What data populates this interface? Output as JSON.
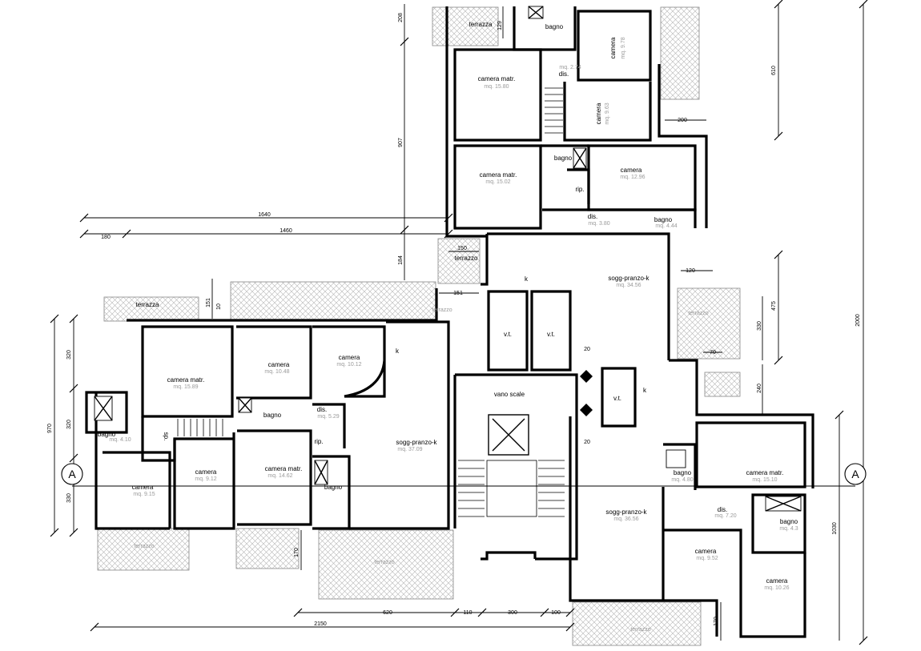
{
  "rooms": {
    "terrazza_top": {
      "name": "terrazza"
    },
    "bagno_top": {
      "name": "bagno"
    },
    "camera_tr": {
      "name": "camera",
      "area": "mq. 9.78"
    },
    "dis_top": {
      "name": "dis.",
      "area": "mq. 2.74"
    },
    "camera_matr_top": {
      "name": "camera matr.",
      "area": "mq. 15.80"
    },
    "camera_mid": {
      "name": "camera",
      "area": "mq. 9.63"
    },
    "bagno_mid": {
      "name": "bagno"
    },
    "camera_matr_mid": {
      "name": "camera matr.",
      "area": "mq. 15.02"
    },
    "camera_right_mid": {
      "name": "camera",
      "area": "mq. 12.96"
    },
    "rip_mid": {
      "name": "rip."
    },
    "dis_mid": {
      "name": "dis.",
      "area": "mq. 3.80"
    },
    "bagno_mid2": {
      "name": "bagno",
      "area": "mq. 4.44"
    },
    "terrazzo_small": {
      "name": "terrazzo"
    },
    "k_top": {
      "name": "k"
    },
    "sogg_top": {
      "name": "sogg-pranzo-k",
      "area": "mq. 34.56"
    },
    "terrazzo_right": {
      "name": "terrazzo"
    },
    "terrazza_left": {
      "name": "terrazza"
    },
    "terrazzo_left_small": {
      "name": "terrazzo"
    },
    "vt1": {
      "name": "v.t."
    },
    "vt2": {
      "name": "v.t."
    },
    "vt3": {
      "name": "v.t."
    },
    "k_right": {
      "name": "k"
    },
    "vano_scale": {
      "name": "vano scale"
    },
    "camera_matr_left": {
      "name": "camera matr.",
      "area": "mq. 15.89"
    },
    "camera_left2": {
      "name": "camera",
      "area": "mq. 10.48"
    },
    "camera_left3": {
      "name": "camera",
      "area": "mq. 10.12"
    },
    "k_left": {
      "name": "k"
    },
    "bagno_left": {
      "name": "bagno",
      "area": "mq. 4.10"
    },
    "rip_left": {
      "name": "rip."
    },
    "sp_left": {
      "name": "sp."
    },
    "bagno_left2": {
      "name": "bagno"
    },
    "dis_left": {
      "name": "dis.",
      "area": "mq. 5.29"
    },
    "sogg_left": {
      "name": "sogg-pranzo-k",
      "area": "mq. 37.09"
    },
    "camera_bl": {
      "name": "camera",
      "area": "mq. 9.15"
    },
    "camera_bl2": {
      "name": "camera",
      "area": "mq. 9.12"
    },
    "camera_matr_bl": {
      "name": "camera matr.",
      "area": "mq. 14.62"
    },
    "bagno_bl": {
      "name": "bagno"
    },
    "terrazzo_bl": {
      "name": "terrazzo"
    },
    "terrazzo_bc": {
      "name": "terrazzo"
    },
    "camera_matr_r": {
      "name": "camera matr.",
      "area": "mq. 15.10"
    },
    "bagno_r": {
      "name": "bagno",
      "area": "mq. 4.80"
    },
    "sogg_right": {
      "name": "sogg-pranzo-k",
      "area": "mq. 36.56"
    },
    "dis_r": {
      "name": "dis.",
      "area": "mq. 7.20"
    },
    "bagno_r2": {
      "name": "bagno",
      "area": "mq. 4.3"
    },
    "camera_r1": {
      "name": "camera",
      "area": "mq. 9.52"
    },
    "camera_r2": {
      "name": "camera",
      "area": "mq. 10.26"
    },
    "terrazzo_br": {
      "name": "terrazzo"
    }
  },
  "dimensions": {
    "d208": "208",
    "d129": "129",
    "d907": "907",
    "d184": "184",
    "d1640": "1640",
    "d1460": "1460",
    "d180": "180",
    "d150": "150",
    "d151": "151",
    "d610": "610",
    "d200": "200",
    "d120": "120",
    "d475": "475",
    "d330": "330",
    "d70": "70",
    "d240": "240",
    "d2000": "2000",
    "d1030": "1030",
    "d320a": "320",
    "d320b": "320",
    "d330b": "330",
    "d970": "970",
    "d151b": "151",
    "d10": "10",
    "d170a": "170",
    "d620": "620",
    "d110": "110",
    "d300": "300",
    "d100": "100",
    "d170b": "170",
    "d2150": "2150"
  },
  "section_marks": {
    "left": "A",
    "right": "A"
  },
  "levels": {
    "l1": "20",
    "l2": "20"
  },
  "colors": {
    "wall": "#000000",
    "hatch": "#9a9a9a",
    "area_text": "#9a9a9a"
  }
}
